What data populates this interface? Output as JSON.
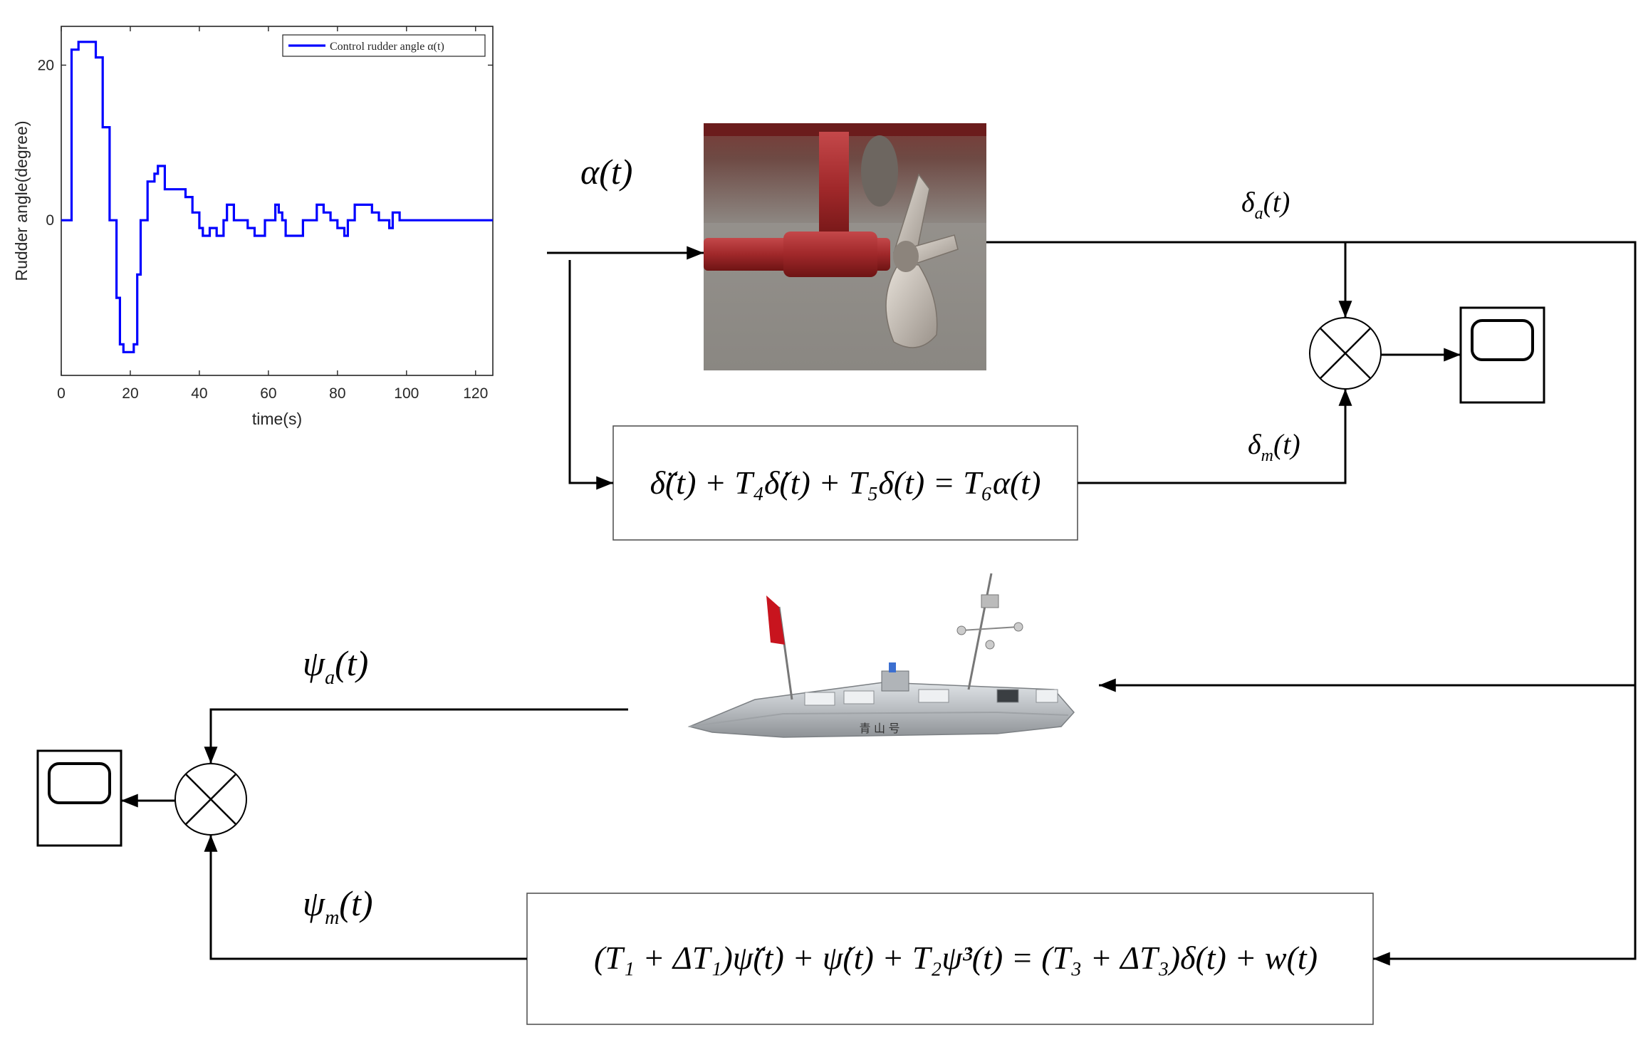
{
  "diagram": {
    "signals": {
      "alpha": "α(t)",
      "delta_a_sym": "δ",
      "delta_a_sub": "a",
      "delta_m_sym": "δ",
      "delta_m_sub": "m",
      "psi_a_sym": "ψ",
      "psi_a_sub": "a",
      "psi_m_sym": "ψ",
      "psi_m_sub": "m",
      "arg_t": "(t)"
    },
    "equations": {
      "rudder_model": "δ̈(t) + T₄δ̇(t) + T₅δ(t) = T₆α(t)",
      "ship_model": "(T₁ + ΔT₁)ψ̈(t) + ψ̇(t) + T₂ψ̇³(t) = (T₃ + ΔT₃)δ(t) + w(t)"
    },
    "boat_hull_text": "青  山  号",
    "colors": {
      "line": "#000000",
      "series": "#0000ff",
      "rudder_red": "#a0282a",
      "propeller": "#c8c0b8",
      "boat_hull": "#c4c8cc",
      "flag": "#c8141e"
    }
  },
  "chart_data": {
    "type": "line",
    "xlabel": "time(s)",
    "ylabel": "Rudder angle(degree)",
    "xlim": [
      0,
      125
    ],
    "ylim": [
      -20,
      25
    ],
    "xticks": [
      0,
      20,
      40,
      60,
      80,
      100,
      120
    ],
    "yticks": [
      0,
      20
    ],
    "legend": "top-right",
    "series": [
      {
        "name": "Control rudder angle α(t)",
        "x": [
          0,
          3,
          3,
          5,
          5,
          10,
          10,
          12,
          12,
          14,
          14,
          16,
          16,
          17,
          17,
          18,
          18,
          21,
          21,
          22,
          22,
          23,
          23,
          25,
          25,
          27,
          27,
          28,
          28,
          30,
          30,
          36,
          36,
          38,
          38,
          40,
          40,
          41,
          41,
          43,
          43,
          45,
          45,
          47,
          47,
          48,
          48,
          50,
          50,
          54,
          54,
          56,
          56,
          59,
          59,
          62,
          62,
          63,
          63,
          64,
          64,
          65,
          65,
          70,
          70,
          74,
          74,
          76,
          76,
          78,
          78,
          80,
          80,
          82,
          82,
          83,
          83,
          85,
          85,
          90,
          90,
          92,
          92,
          95,
          95,
          96,
          96,
          98,
          98,
          99,
          99,
          125
        ],
        "values": [
          0,
          0,
          22,
          22,
          23,
          23,
          21,
          21,
          12,
          12,
          0,
          0,
          -10,
          -10,
          -16,
          -16,
          -17,
          -17,
          -16,
          -16,
          -7,
          -7,
          0,
          0,
          5,
          5,
          6,
          6,
          7,
          7,
          4,
          4,
          3,
          3,
          1,
          1,
          -1,
          -1,
          -2,
          -2,
          -1,
          -1,
          -2,
          -2,
          0,
          0,
          2,
          2,
          0,
          0,
          -1,
          -1,
          -2,
          -2,
          0,
          0,
          2,
          2,
          1,
          1,
          0,
          0,
          -2,
          -2,
          0,
          0,
          2,
          2,
          1,
          1,
          0,
          0,
          -1,
          -1,
          -2,
          -2,
          0,
          0,
          2,
          2,
          1,
          1,
          0,
          0,
          -1,
          -1,
          1,
          1,
          0,
          0,
          0,
          0
        ]
      }
    ]
  }
}
